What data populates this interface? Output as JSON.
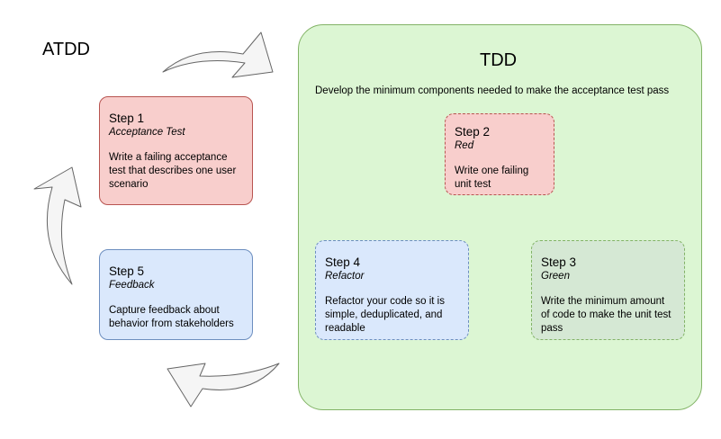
{
  "atdd": {
    "title": "ATDD"
  },
  "tdd": {
    "title": "TDD",
    "subtitle": "Develop the minimum components needed to make the acceptance test pass"
  },
  "steps": [
    {
      "step": "Step 1",
      "name": "Acceptance Test",
      "desc": "Write a failing acceptance test that describes one user scenario",
      "color": "#f8cecc"
    },
    {
      "step": "Step 2",
      "name": "Red",
      "desc": "Write one failing unit test",
      "color": "#f8cecc"
    },
    {
      "step": "Step 3",
      "name": "Green",
      "desc": "Write the minimum amount of code to make the unit test pass",
      "color": "#d5e8d4"
    },
    {
      "step": "Step 4",
      "name": "Refactor",
      "desc": "Refactor your code so it is simple, deduplicated, and readable",
      "color": "#dae8fc"
    },
    {
      "step": "Step 5",
      "name": "Feedback",
      "desc": "Capture feedback about behavior from stakeholders",
      "color": "#dae8fc"
    }
  ]
}
